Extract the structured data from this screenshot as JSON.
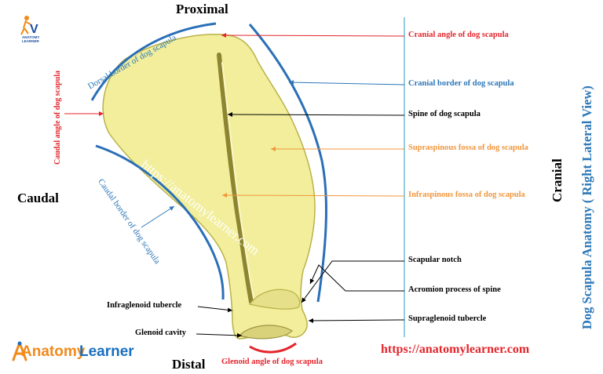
{
  "colors": {
    "bone_fill": "#f2ee9c",
    "bone_stroke": "#b9b24a",
    "border_arc": "#2a6fb7",
    "red": "#e3262c",
    "blue": "#2c77b8",
    "orange": "#f0963c",
    "black": "#000000",
    "guide_line": "#4fa7c9",
    "logo_orange": "#f28a1a",
    "logo_blue": "#1a6fbf"
  },
  "directions": {
    "proximal": "Proximal",
    "distal": "Distal",
    "caudal": "Caudal",
    "cranial": "Cranial"
  },
  "labels": {
    "cranial_angle": "Cranial angle of dog scapula",
    "cranial_border": "Cranial border of dog scapula",
    "spine": "Spine of dog scapula",
    "supraspinous": "Supraspinous fossa of dog scapula",
    "infraspinous": "Infraspinous fossa of dog scapula",
    "scapular_notch": "Scapular notch",
    "acromion": "Acromion process of spine",
    "supraglenoid": "Supraglenoid tubercle",
    "infraglenoid": "Infraglenoid tubercle",
    "glenoid_cavity": "Glenoid cavity",
    "glenoid_angle": "Glenoid angle of dog scapula",
    "dorsal_border": "Dorsal border of dog scapula",
    "caudal_angle": "Caudal angle of dog scapula",
    "caudal_border": "Caudal border of dog scapula"
  },
  "title": "Dog Scapula Anatomy ( Right Lateral View)",
  "website": "https://anatomylearner.com",
  "watermark": "https://anatomylearner.com",
  "logo": {
    "anatomy": "Anatomy",
    "learner": "Learner",
    "top_small": "ANATOMY LEARNER"
  },
  "icons": {
    "top_logo": "runner-figure-icon",
    "bottom_logo": "skeleton-a-icon"
  }
}
